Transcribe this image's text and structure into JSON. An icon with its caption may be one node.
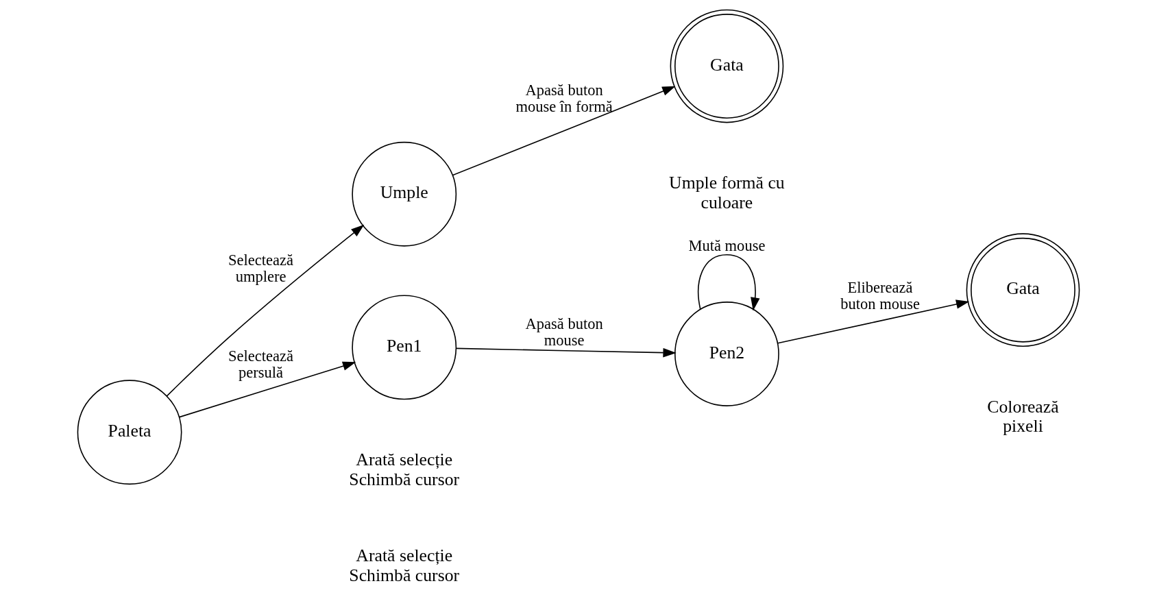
{
  "diagram": {
    "nodes": [
      {
        "text": [
          "Paleta"
        ]
      },
      {
        "text": [
          "Umple"
        ]
      },
      {
        "text": [
          "Gata"
        ]
      },
      {
        "text": [
          "Pen1"
        ]
      },
      {
        "text": [
          "Pen2"
        ]
      },
      {
        "text": [
          "Gata"
        ]
      }
    ],
    "edges": [
      {
        "from": 0,
        "to": 1,
        "arrow": "to",
        "label": "Selectează umplere"
      },
      {
        "from": 1,
        "to": 2,
        "arrow": "to",
        "label": "Apasă buton mouse în formă"
      },
      {
        "from": 0,
        "to": 3,
        "arrow": "to",
        "label": "Selectează persulă"
      },
      {
        "from": 3,
        "to": 4,
        "arrow": "to",
        "label": "Apasă buton mouse"
      },
      {
        "from": 4,
        "to": 5,
        "arrow": "to",
        "label": "Eliberează buton mouse"
      },
      {
        "from": 4,
        "to": 4,
        "arrow": "to",
        "label": "Mută mouse"
      }
    ],
    "labels": [
      "Arată selecție Schimbă cursor",
      "Umple formă cu culoare",
      "Arată selecție Schimbă cursor",
      "Colorează pixeli"
    ]
  }
}
